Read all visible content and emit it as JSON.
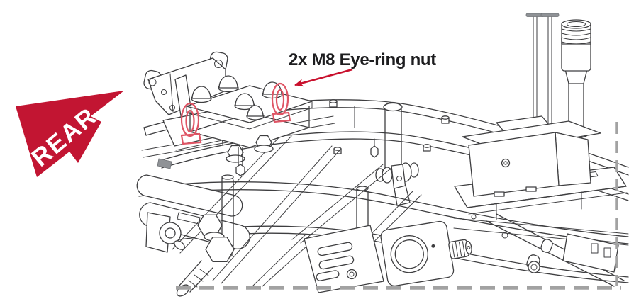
{
  "figure": {
    "background": "#ffffff"
  },
  "labels": {
    "rear_arrow": "REAR",
    "callout": "2x M8 Eye-ring nut"
  },
  "icons": {
    "rear_direction_arrow": "red arrow pointing toward upper-right (rear of chassis)",
    "eye_ring_highlight": "red eye-bolt loop outline",
    "callout_arrow": "red leader arrow",
    "crop_dashes": "gray dashed cut-off border"
  },
  "colors": {
    "rear_arrow_fill": "#c21532",
    "rear_arrow_text": "#ffffff",
    "callout_text": "#1d1d1f",
    "callout_arrow": "#c9102d",
    "eyering_highlight": "#df5565",
    "line_art": "#3e3e40",
    "hardware_gray": "#8f9296",
    "crop_dash": "#a2a2a2"
  }
}
